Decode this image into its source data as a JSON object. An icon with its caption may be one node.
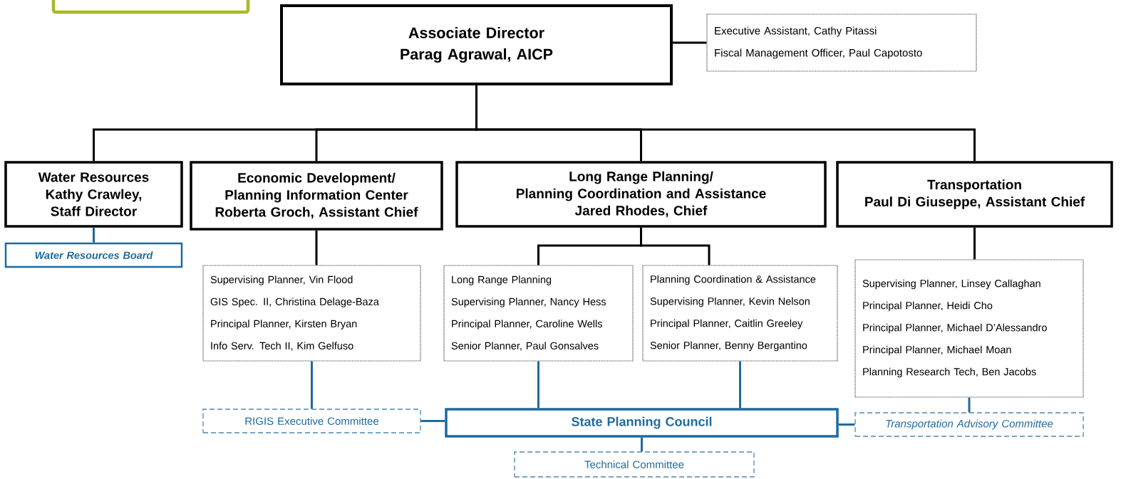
{
  "diagram": {
    "nodes": [
      {
        "text": [],
        "shape": "box"
      },
      {
        "text": [
          "Associate Director",
          "Parag Agrawal, AICP"
        ]
      },
      {
        "text": [
          "Executive Assistant, Cathy Pitassi",
          "Fiscal Management Officer, Paul Capotosto"
        ]
      },
      {
        "text": [
          "Water Resources",
          "Kathy Crawley,",
          "Staff Director"
        ]
      },
      {
        "text": [
          "Economic Development/",
          "Planning Information Center",
          "Roberta Groch, Assistant Chief"
        ]
      },
      {
        "text": [
          "Long Range Planning/",
          "Planning Coordination and Assistance",
          "Jared Rhodes, Chief"
        ]
      },
      {
        "text": [
          "Transportation",
          "Paul Di Giuseppe, Assistant Chief"
        ]
      },
      {
        "text": [
          "Water Resources Board"
        ]
      },
      {
        "text": [
          "Supervising Planner, Vin Flood",
          "GIS Spec. II, Christina Delage-Baza",
          "Principal Planner, Kirsten Bryan",
          "Info Serv. Tech II, Kim Gelfuso"
        ]
      },
      {
        "text": [
          "Long Range Planning",
          "Supervising Planner, Nancy Hess",
          "Principal Planner, Caroline Wells",
          "Senior Planner, Paul Gonsalves"
        ]
      },
      {
        "text": [
          "Planning Coordination & Assistance",
          "Supervising Planner, Kevin Nelson",
          "Principal Planner, Caitlin Greeley",
          "Senior Planner, Benny Bergantino"
        ]
      },
      {
        "text": [
          "Supervising Planner, Linsey Callaghan",
          "Principal Planner, Heidi Cho",
          "Principal Planner, Michael D’Alessandro",
          "Principal Planner, Michael Moan",
          "Planning Research Tech, Ben Jacobs"
        ]
      },
      {
        "text": [
          "RIGIS Executive Committee"
        ]
      },
      {
        "text": [
          "State Planning Council"
        ]
      },
      {
        "text": [
          "Transportation Advisory Committee"
        ]
      },
      {
        "text": [
          "Technical Committee"
        ]
      }
    ],
    "edges": [
      {
        "from": 1,
        "to": 2,
        "arrow": "none"
      },
      {
        "from": 1,
        "to": 3,
        "arrow": "none"
      },
      {
        "from": 1,
        "to": 4,
        "arrow": "none"
      },
      {
        "from": 1,
        "to": 5,
        "arrow": "none"
      },
      {
        "from": 1,
        "to": 6,
        "arrow": "none"
      },
      {
        "from": 3,
        "to": 7,
        "arrow": "none",
        "color": "#1f6a9e"
      },
      {
        "from": 4,
        "to": 8,
        "arrow": "none"
      },
      {
        "from": 5,
        "to": 9,
        "arrow": "none"
      },
      {
        "from": 5,
        "to": 10,
        "arrow": "none"
      },
      {
        "from": 6,
        "to": 11,
        "arrow": "none"
      },
      {
        "from": 8,
        "to": 12,
        "arrow": "none",
        "color": "#1f6a9e"
      },
      {
        "from": 9,
        "to": 13,
        "arrow": "none",
        "color": "#1f6a9e"
      },
      {
        "from": 10,
        "to": 13,
        "arrow": "none",
        "color": "#1f6a9e"
      },
      {
        "from": 11,
        "to": 14,
        "arrow": "none",
        "color": "#1f6a9e"
      },
      {
        "from": 12,
        "to": 13,
        "arrow": "none",
        "color": "#1f6a9e"
      },
      {
        "from": 13,
        "to": 14,
        "arrow": "none",
        "color": "#1f6a9e"
      },
      {
        "from": 13,
        "to": 15,
        "arrow": "none",
        "color": "#1f6a9e"
      }
    ]
  }
}
